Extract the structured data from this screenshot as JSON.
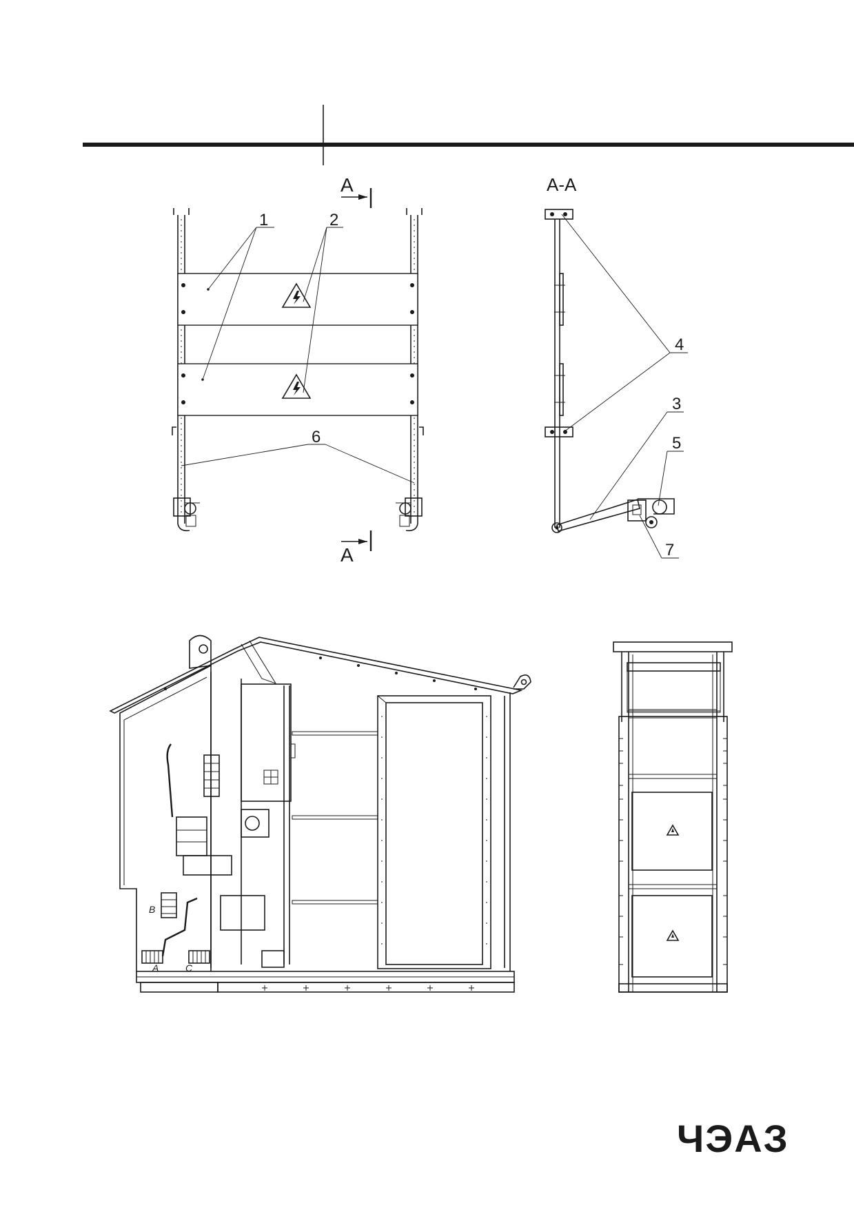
{
  "section_marks": {
    "top": "A",
    "bottom": "A",
    "section_title": "A-A"
  },
  "callouts": {
    "front_view": [
      "1",
      "2",
      "6"
    ],
    "section_view": [
      "4",
      "3",
      "5",
      "7"
    ]
  },
  "side_view_phase_labels": [
    "B",
    "A",
    "C"
  ],
  "logo": {
    "text": "ЧЭАЗ"
  },
  "icons": {
    "warning": "high-voltage-warning-icon"
  },
  "colors": {
    "ink": "#1a1a1a",
    "paper": "#ffffff"
  }
}
